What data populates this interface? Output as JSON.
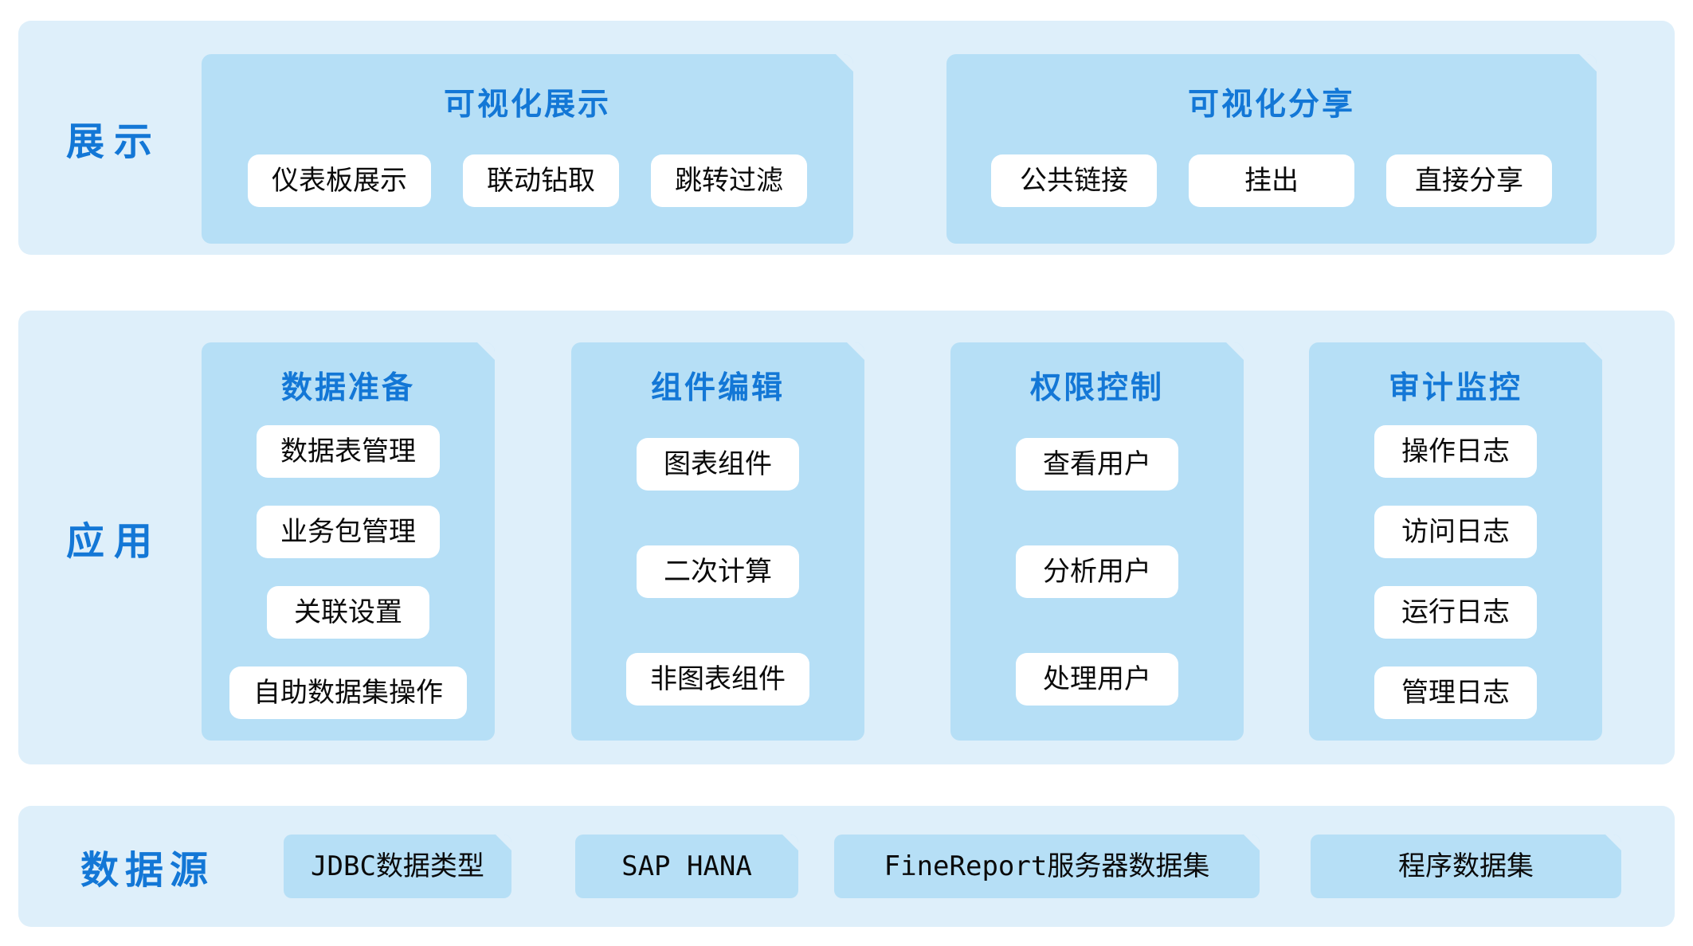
{
  "layers": [
    {
      "id": "display",
      "label": "展示",
      "groups": [
        {
          "title": "可视化展示",
          "items": [
            "仪表板展示",
            "联动钻取",
            "跳转过滤"
          ]
        },
        {
          "title": "可视化分享",
          "items": [
            "公共链接",
            "挂出",
            "直接分享"
          ]
        }
      ]
    },
    {
      "id": "application",
      "label": "应用",
      "groups": [
        {
          "title": "数据准备",
          "items": [
            "数据表管理",
            "业务包管理",
            "关联设置",
            "自助数据集操作"
          ]
        },
        {
          "title": "组件编辑",
          "items": [
            "图表组件",
            "二次计算",
            "非图表组件"
          ]
        },
        {
          "title": "权限控制",
          "items": [
            "查看用户",
            "分析用户",
            "处理用户"
          ]
        },
        {
          "title": "审计监控",
          "items": [
            "操作日志",
            "访问日志",
            "运行日志",
            "管理日志"
          ]
        }
      ]
    },
    {
      "id": "datasource",
      "label": "数据源",
      "items": [
        "JDBC数据类型",
        "SAP HANA",
        "FineReport服务器数据集",
        "程序数据集"
      ]
    }
  ],
  "colors": {
    "band_background": "#deeffa",
    "panel_background": "#b6dff6",
    "accent_text": "#1377d6",
    "item_background": "#ffffff",
    "item_text": "#0a0a0a",
    "page_background": "#ffffff"
  }
}
